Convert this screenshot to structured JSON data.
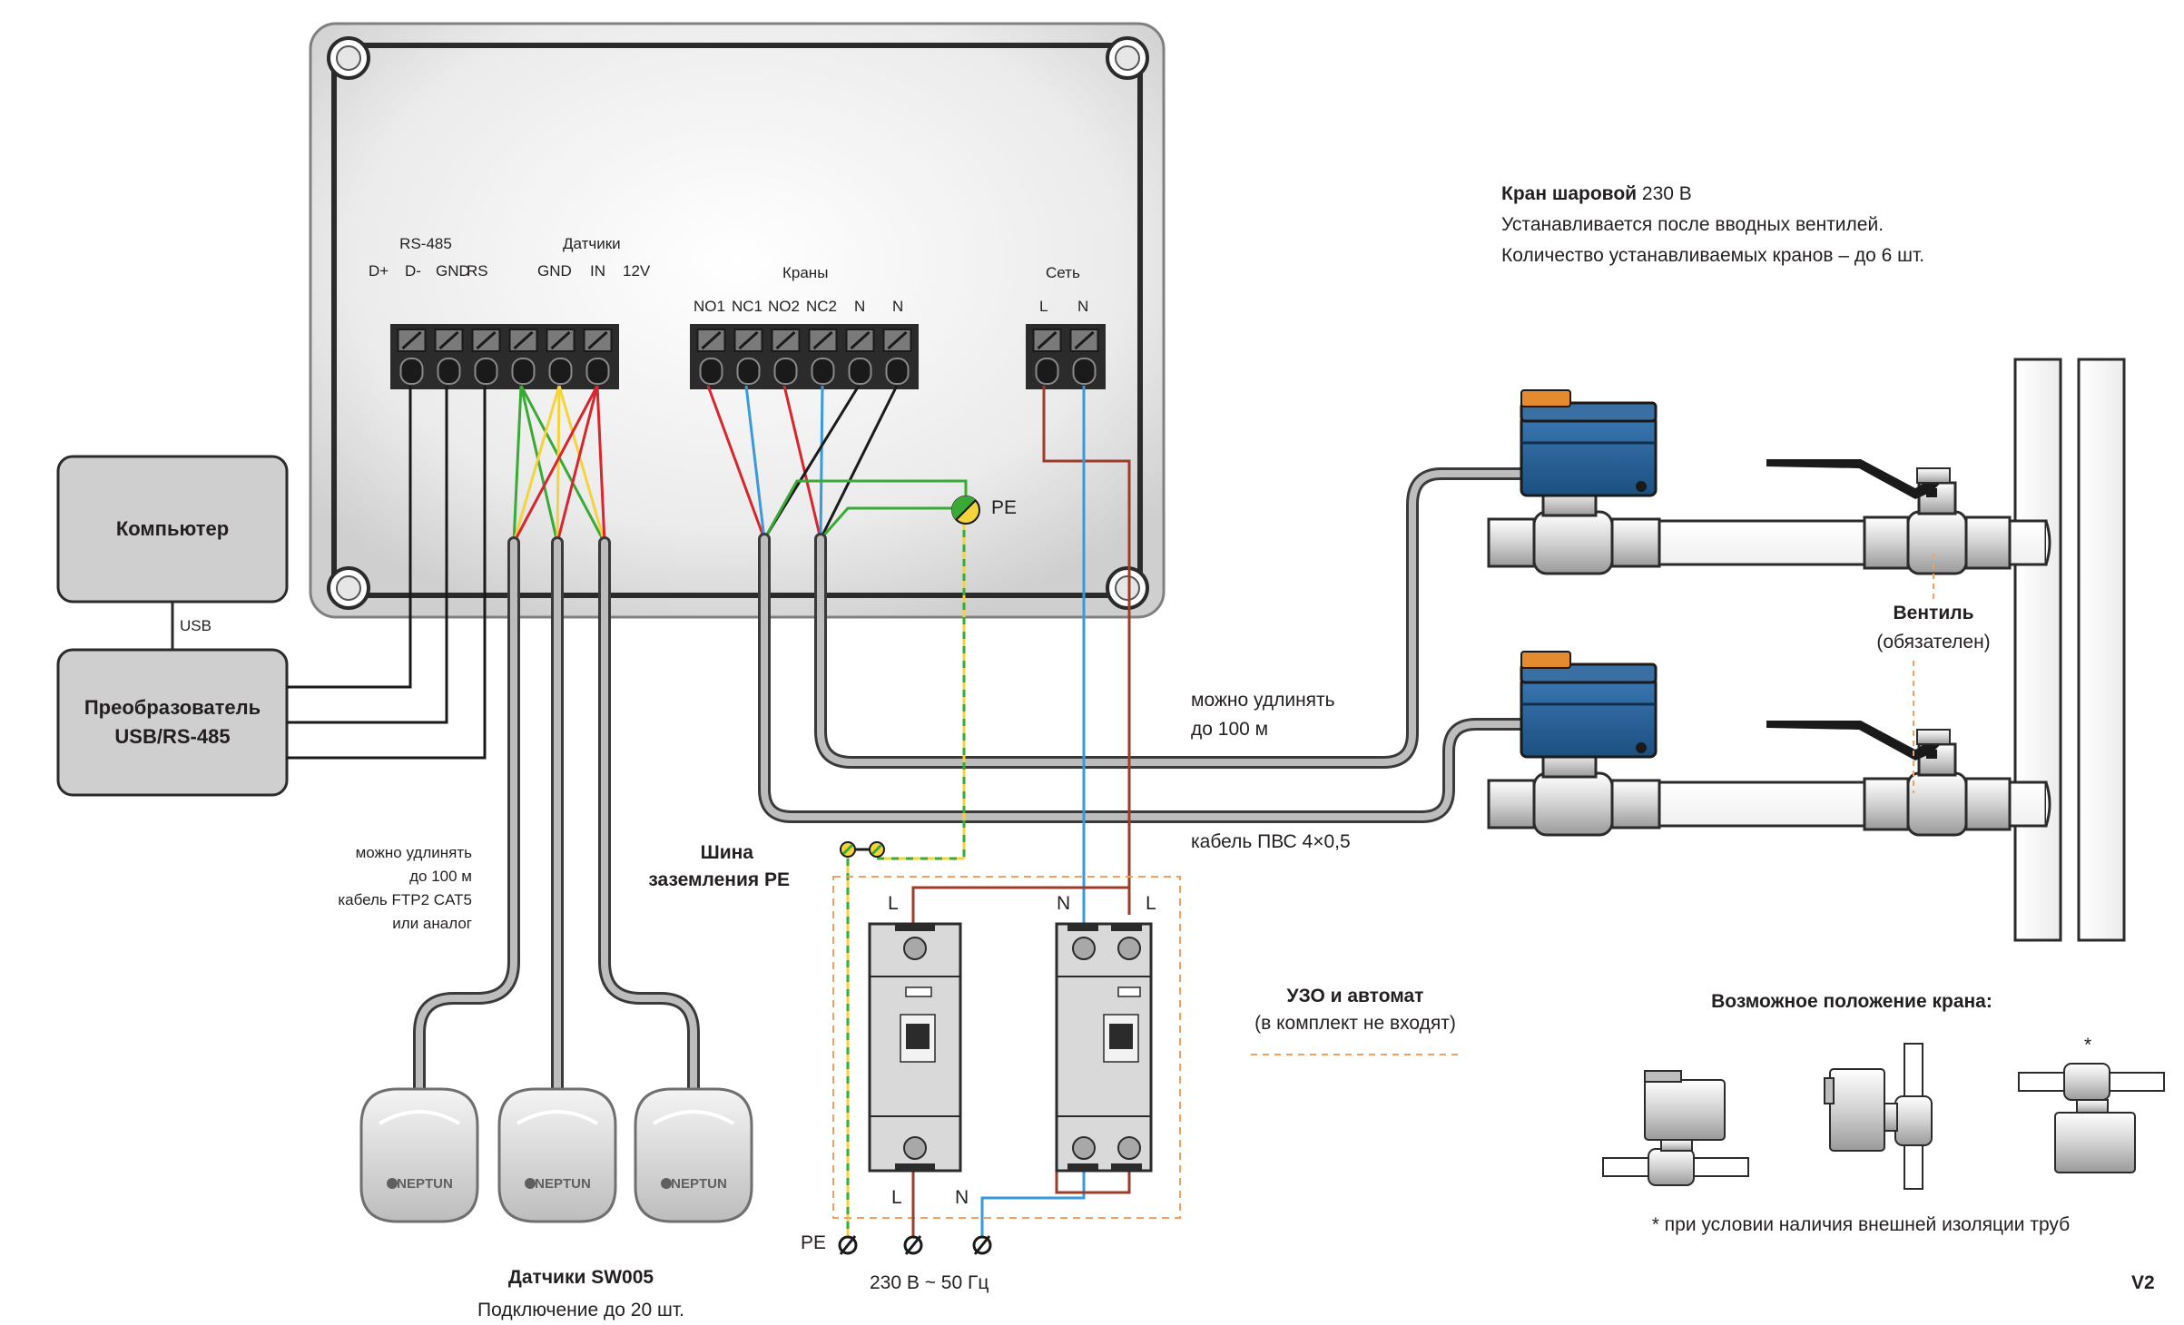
{
  "controller": {
    "rs485_label": "RS-485",
    "rs485_pins": [
      "D+",
      "D-",
      "GND",
      "RS"
    ],
    "sensors_label": "Датчики",
    "sensors_pins": [
      "GND",
      "IN",
      "12V"
    ],
    "valves_label": "Краны",
    "valves_pins": [
      "NO1",
      "NC1",
      "NO2",
      "NC2",
      "N",
      "N"
    ],
    "network_label": "Сеть",
    "network_pins": [
      "L",
      "N"
    ],
    "pe_label": "PE"
  },
  "computer": {
    "label": "Компьютер",
    "link_label": "USB"
  },
  "converter": {
    "line1": "Преобразователь",
    "line2": "USB/RS-485"
  },
  "ball_valve": {
    "title_bold": "Кран шаровой",
    "title_rest": " 230 В",
    "line1": "Устанавливается после вводных вентилей.",
    "line2": "Количество устанавливаемых кранов – до 6 шт."
  },
  "shutoff_valve": {
    "label": "Вентиль",
    "note": "(обязателен)"
  },
  "valve_cable": {
    "extend_line1": "можно удлинять",
    "extend_line2": "до 100 м",
    "cable_type": "кабель ПВС 4×0,5"
  },
  "sensor_cable": {
    "line1": "можно удлинять",
    "line2": "до 100 м",
    "line3": "кабель FTP2 CAT5",
    "line4": "или аналог"
  },
  "pe_bus": {
    "line1": "Шина",
    "line2": "заземления PE"
  },
  "breakers": {
    "rcd_title": "УЗО и автомат",
    "rcd_note": "(в комплект не входят)",
    "left_top": "L",
    "right_top_n": "N",
    "right_top_l": "L",
    "bottom_l": "L",
    "bottom_n": "N",
    "terminal_pe": "PE",
    "supply": "230 В ~  50 Гц"
  },
  "sensors": {
    "brand": "NEPTUN",
    "title": "Датчики SW005",
    "subtitle": "Подключение до 20 шт."
  },
  "positions": {
    "title": "Возможное положение крана:",
    "asterisk": "*",
    "footnote": "* при условии наличия внешней изоляции труб"
  },
  "version": "V2",
  "colors": {
    "wire_red": "#d8262e",
    "wire_blue": "#3a9ad9",
    "wire_green": "#3aa935",
    "wire_yellow": "#f5d33b",
    "wire_brown": "#9c3d2b",
    "valve_blue": "#1f5f95",
    "valve_orange": "#e48a2f",
    "box_gray": "#cfcfcf",
    "dash_orange": "#f0a060"
  }
}
